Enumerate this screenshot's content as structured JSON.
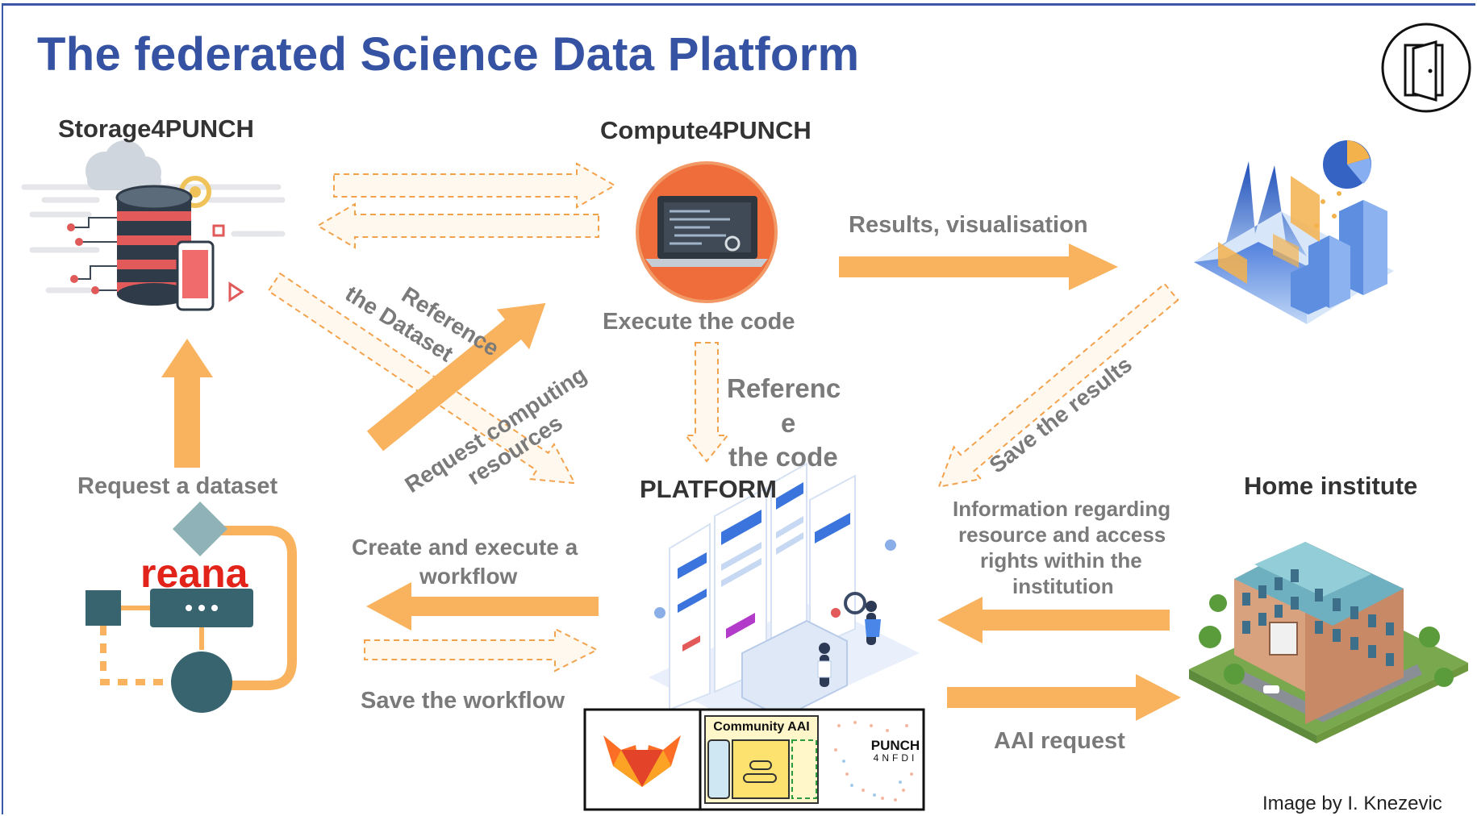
{
  "title": "The federated Science Data Platform",
  "headings": {
    "storage": "Storage4PUNCH",
    "compute": "Compute4PUNCH",
    "platform": "PLATFORM",
    "home": "Home institute"
  },
  "labels": {
    "reference_dataset_1": "Reference",
    "reference_dataset_2": "the Dataset",
    "execute_code": "Execute the code",
    "results_vis": "Results, visualisation",
    "reference_code_1": "Referenc",
    "reference_code_2": "e",
    "reference_code_3": "the code",
    "request_computing_1": "Request computing",
    "request_computing_2": "resources",
    "save_results": "Save the results",
    "request_dataset": "Request a dataset",
    "create_workflow_1": "Create and execute a",
    "create_workflow_2": "workflow",
    "save_workflow": "Save the workflow",
    "info_1": "Information regarding",
    "info_2": "resource and access",
    "info_3": "rights within the",
    "info_4": "institution",
    "aai_request": "AAI request"
  },
  "logos": {
    "reana": "reana",
    "community_aai": "Community AAI",
    "punch_1": "PUNCH",
    "punch_2": "4NFDI"
  },
  "credit": "Image by I. Knezevic",
  "icons": {
    "exit": "door-exit-icon",
    "storage": "database-cloud-icon",
    "compute": "laptop-code-icon",
    "results": "3d-data-visualisation-icon",
    "platform": "web-platform-illustration-icon",
    "home": "building-icon",
    "gitlab": "gitlab-logo-icon"
  },
  "colors": {
    "title": "#3553a2",
    "arrow": "#f9b35e",
    "arrow_outline": "#f3a24c",
    "label": "#7a7a7a",
    "reana_red": "#e2231a",
    "reana_teal": "#37646f"
  }
}
